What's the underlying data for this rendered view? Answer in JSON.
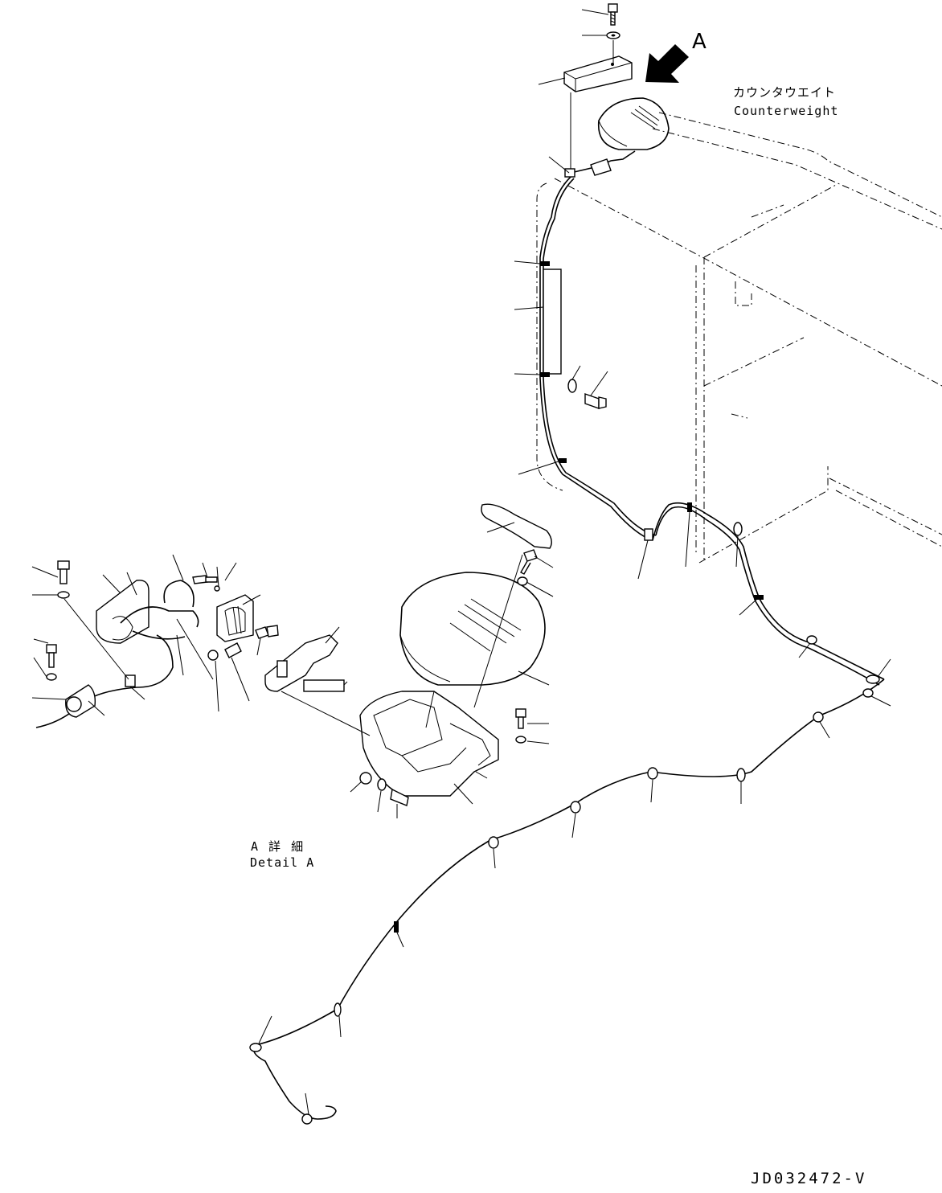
{
  "labels": {
    "counterweight_jp": "カウンタウエイト",
    "counterweight_en": "Counterweight",
    "view_arrow": "A",
    "detail_jp": "A 詳 細",
    "detail_en": "Detail A",
    "drawing_code": "JD032472-V"
  },
  "icons": {
    "view_arrow": "view-direction-arrow-icon",
    "lamp": "rear-work-lamp-icon",
    "bolt": "bolt-icon",
    "washer": "washer-icon",
    "clip": "harness-clip-icon"
  },
  "colors": {
    "line": "#000000",
    "background": "#ffffff"
  }
}
